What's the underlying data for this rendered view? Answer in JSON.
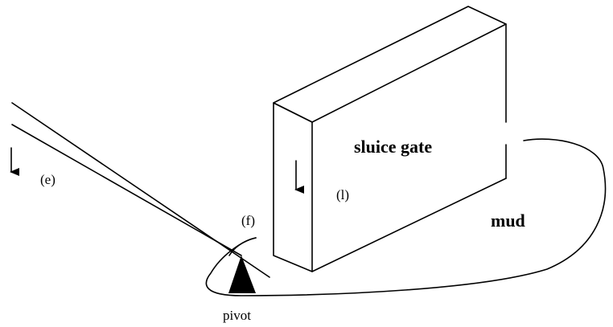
{
  "labels": {
    "sluice_gate": "sluice gate",
    "mud": "mud",
    "pivot": "pivot",
    "label_e": "(e)",
    "label_f": "(f)",
    "label_l": "(l)"
  }
}
